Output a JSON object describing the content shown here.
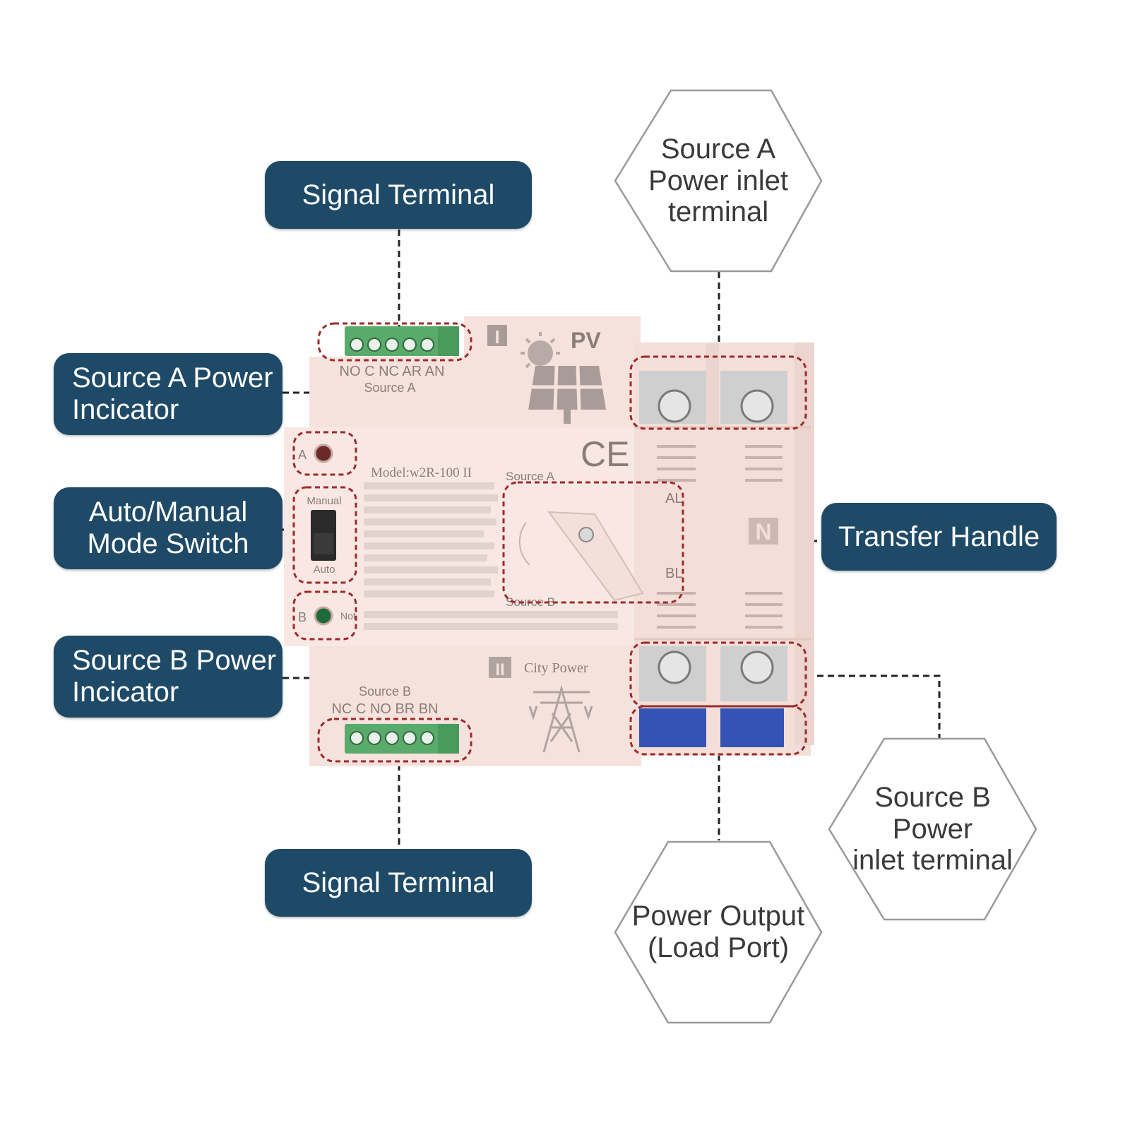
{
  "callouts": {
    "signal_terminal_top": "Signal Terminal",
    "signal_terminal_bottom": "Signal Terminal",
    "source_a_indicator": "Source A Power\nIncicator",
    "mode_switch": "Auto/Manual\nMode Switch",
    "source_b_indicator": "Source B Power\nIncicator",
    "transfer_handle": "Transfer Handle",
    "source_a_inlet": "Source A\nPower inlet\nterminal",
    "source_b_inlet": "Source B\nPower\ninlet terminal",
    "power_output": "Power Output\n(Load Port)"
  },
  "device": {
    "top_terminal_labels": "NO C NC AR AN",
    "top_terminal_source": "Source A",
    "bottom_terminal_source": "Source B",
    "bottom_terminal_labels": "NC C NO BR BN",
    "section_1": "I",
    "section_2": "II",
    "pv_label": "PV",
    "city_power_label": "City Power",
    "ce_mark": "CE",
    "model": "Model:w2R-100 II",
    "handle_source_a": "Source A",
    "handle_source_b": "Source B",
    "indicator_a": "A",
    "indicator_b": "B",
    "note_text": "Not",
    "switch_manual": "Manual",
    "switch_auto": "Auto",
    "terminal_al": "AL",
    "terminal_bl": "BL",
    "neutral": "N"
  },
  "colors": {
    "callout_bg": "#1e4a68",
    "device_body": "#f6e2dc",
    "highlight_dash": "#9c2a2a",
    "terminal_green": "#5aaa6c",
    "terminal_blue": "#3453b5"
  }
}
